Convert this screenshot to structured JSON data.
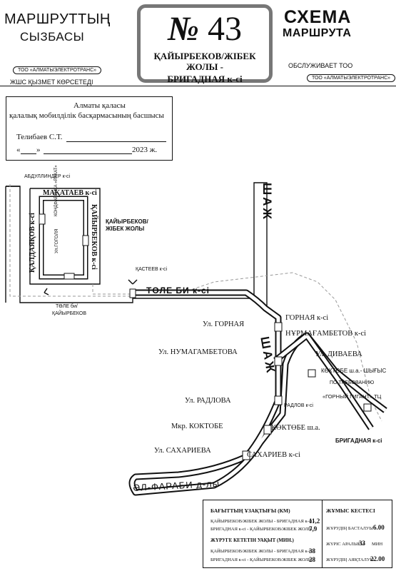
{
  "header": {
    "left_line1": "МАРШРУТТЫҢ",
    "left_line2": "СЫЗБАСЫ",
    "left_operator": "ТОО «АЛМАТЫЭЛЕКТРОТРАНС»",
    "left_service": "ЖШС ҚЫЗМЕТ КӨРСЕТЕДІ",
    "route_prefix": "№",
    "route_number": "43",
    "route_name_line1": "ҚАЙЫРБЕКОВ/ЖІБЕК ЖОЛЫ -",
    "route_name_line2": "БРИГАДНАЯ к-сі",
    "right_line1": "СХЕМА",
    "right_line2": "МАРШРУТА",
    "right_service": "ОБСЛУЖИВАЕТ ТОО",
    "right_operator": "ТОО «АЛМАТЫЭЛЕКТРОТРАНС»"
  },
  "approval": {
    "line1": "Алматы қаласы",
    "line2": "қалалық мобилділік басқармасының басшысы",
    "signer": "Телибаев С.Т.",
    "date_open": "«",
    "date_close": "»",
    "year": "2023 ж."
  },
  "map_labels": {
    "abdullinder": "АБДУЛЛИНДЕР к-сі",
    "makataev": "МАҚАТАЕВ к-сі",
    "kaldayakov": "ҚАЛДАЯҚОВ к-сі",
    "konditer": "КОНДФАБРИКА «РАХАТ»",
    "gogolya": "Ул.ГОГОЛЯ",
    "kaiyrbekov_street": "ҚАЙЫРБЕКОВ к-сі",
    "kaiyrbekov_stop_1": "ҚАЙЫРБЕКОВ/",
    "kaiyrbekov_stop_2": "ЖІБЕК ЖОЛЫ",
    "kasteev": "ҚАСТЕЕВ к-сі",
    "tole_bi": "ТӨЛЕ БИ к-сі",
    "tole_bi_stop_1": "ТӨЛЕ би/",
    "tole_bi_stop_2": "ҚАЙЫРБЕКОВ",
    "shazh_top": "ШАЖ",
    "shazh_mid": "ШАЖ",
    "gornaya_ru": "Ул. ГОРНАЯ",
    "gornaya_kz": "ГОРНАЯ к-сі",
    "nurmagambetov_kz": "НҰРМАҒАМБЕТОВ к-сі",
    "numagambetova_ru": "Ул. НУМАГАМБЕТОВА",
    "divaeva_ru": "Ул. ДИВАЕВА",
    "koktobe_exit": "КӨКТӨБЕ ш.а.- ШЫҒЫС",
    "on_request": "ПО ТРЕБОВАНИЮ",
    "gorny_gigant": "«ГОРНЫЙ ГИГАНТ» ТЦ",
    "radlova_ru": "Ул. РАДЛОВА",
    "radlov_kz": "РАДЛОВ к-сі",
    "koktobe_ru": "Мкр. КОКТОБЕ",
    "koktobe_kz": "КӨКТӨБЕ ш.а.",
    "brigadnaya": "БРИГАДНАЯ к-сі",
    "sakharieva_ru": "Ул. САХАРИЕВА",
    "sakhariev_kz": "САХАРИЕВ к-сі",
    "al_farabi": "ӘЛ-ФАРАБИ д-лы"
  },
  "info": {
    "distance_title": "БАҒЫТТЫҢ ҰЗАҚТЫҒЫ (КМ)",
    "dist_row1_label": "ҚАЙЫРБЕКОВ/ЖІБЕК ЖОЛЫ - БРИГАДНАЯ к-сі -",
    "dist_row1_value": "11,2",
    "dist_row2_label": "БРИГАДНАЯ к-сі - ҚАЙЫРБЕКОВ/ЖІБЕК ЖОЛЫ -",
    "dist_row2_value": "7,9",
    "time_title": "ЖҮРУГЕ КЕТЕТІН УАҚЫТ (МИН.)",
    "time_row1_label": "ҚАЙЫРБЕКОВ/ЖІБЕК ЖОЛЫ - БРИГАДНАЯ к-сі -",
    "time_row1_value": "38",
    "time_row2_label": "БРИГАДНАЯ к-сі - ҚАЙЫРБЕКОВ/ЖІБЕК ЖОЛЫ -",
    "time_row2_value": "28",
    "schedule_title": "ЖҰМЫС КЕСТЕСІ",
    "start_label": "ЖҰРУДІҢ БАСТАЛУЫ",
    "start_value": "6.00",
    "interval_label": "ЖҮРІС АРАЛЫҒЫ",
    "interval_value": "33",
    "interval_unit": "МИН",
    "end_label": "ЖҰРУДІҢ АЯҚТАЛУЫ",
    "end_value": "22.00"
  }
}
